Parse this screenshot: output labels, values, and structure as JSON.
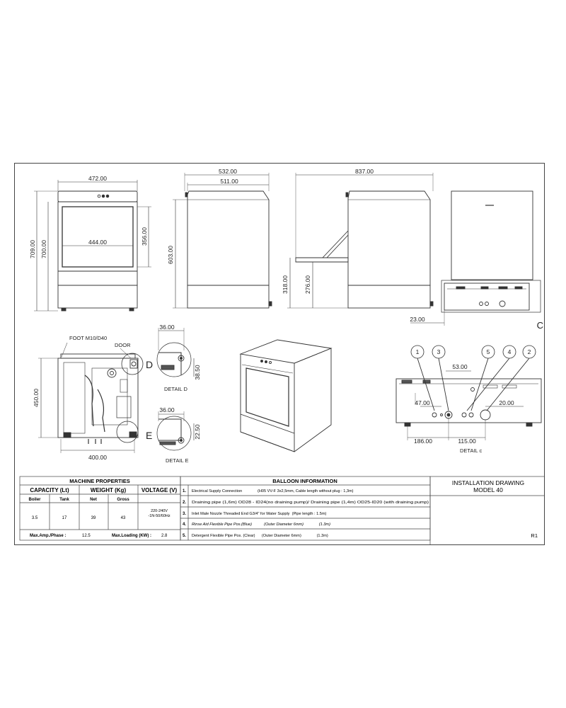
{
  "front_view": {
    "w_outer": "472.00",
    "w_inner": "444.00",
    "h_total": "709.00",
    "h_body": "700.00",
    "h_door": "356.00"
  },
  "side_view": {
    "d_outer": "532.00",
    "d_body": "511.00",
    "h_upper": "603.00"
  },
  "open_view": {
    "d_open": "837.00",
    "h_door_open": "318.00",
    "h_door_inner": "276.00"
  },
  "back_view": {
    "offset": "23.00",
    "view_letter": "C"
  },
  "top_view": {
    "foot_label": "FOOT M10/D40",
    "door_label": "DOOR",
    "h": "450.00",
    "w": "400.00",
    "detail_d_letter": "D",
    "detail_e_letter": "E"
  },
  "detail_d": {
    "w": "36.00",
    "h": "38.50",
    "caption": "DETAIL D"
  },
  "detail_e": {
    "w": "36.00",
    "h": "22.50",
    "caption": "DETAIL E"
  },
  "detail_c": {
    "balloons": [
      "1",
      "3",
      "5",
      "4",
      "2"
    ],
    "d1": "53.00",
    "d2": "47.00",
    "d3": "20.00",
    "d4": "186.00",
    "d5": "115.00",
    "caption": "DETAIL c"
  },
  "machine_properties": {
    "title": "MACHINE PROPERTIES",
    "capacity_header": "CAPACITY (Lt)",
    "weight_header": "WEIGHT (Kg)",
    "voltage_header": "VOLTAGE (V)",
    "boiler_label": "Boiler",
    "tank_label": "Tank",
    "net_label": "Net",
    "gross_label": "Gross",
    "boiler": "3.5",
    "tank": "17",
    "net": "39",
    "gross": "43",
    "voltage_line1": "220-240V",
    "voltage_line2": "-1N-50/60Hz",
    "max_amp_label": "Max.Amp./Phase :",
    "max_amp": "12.5",
    "max_loading_label": "Max.Loading (KW) :",
    "max_loading": "2.8"
  },
  "balloon_information": {
    "title": "BALLOON INFORMATION",
    "rows": [
      {
        "n": "1.",
        "text": "Electrical Supply Connection              (H05 VV-F 3x2,5mm, Cable length without plug : 1,3m)"
      },
      {
        "n": "2.",
        "text": "Draining pipe (1,6m) OD28 - ID24(no draining pump)/ Draining pipe (1,4m) OD25-ID20 (with draining pump)"
      },
      {
        "n": "3.",
        "text": "Inlet Male Nozzle Threaded End G3/4\" for Water Supply  (Pipe length : 1.5m)"
      },
      {
        "n": "4.",
        "text": "Rinse Aid Flexible Pipe Pos.(Blue)           (Outer Diameter 6mm)              (1.3m)"
      },
      {
        "n": "5.",
        "text": "Detergent Flexible Pipe Pos. (Clear)      (Outer Diameter 6mm)              (1.3m)"
      }
    ]
  },
  "title_block": {
    "line1": "INSTALLATION DRAWING",
    "line2": "MODEL 40",
    "revision": "R1"
  }
}
